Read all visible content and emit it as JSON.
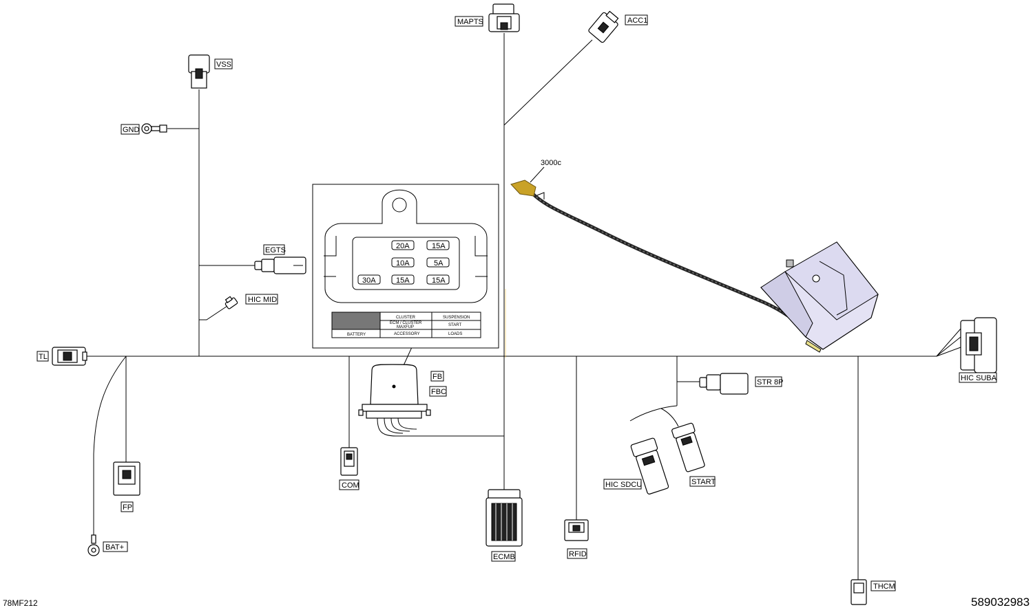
{
  "connectors": {
    "mapts": "MAPTS",
    "acc1": "ACC1",
    "vss": "VSS",
    "gnd": "GND",
    "egts": "EGTS",
    "hic_mid": "HIC MID",
    "tl": "TL",
    "fb": "FB",
    "fbc": "FBC",
    "com": "COM",
    "ecmb": "ECMB",
    "rfid": "RFID",
    "str_8p": "STR 8P",
    "hic_sdcu": "HIC SDCU",
    "start": "START",
    "hic_suba": "HIC SUBA",
    "thcm": "THCM",
    "fp": "FP",
    "bat_plus": "BAT+"
  },
  "callouts": {
    "part_3000c": "3000c"
  },
  "fuse_box": {
    "fuses": [
      "20A",
      "15A",
      "10A",
      "5A",
      "30A",
      "15A",
      "15A"
    ],
    "table": {
      "r1c2": "CLUSTER",
      "r1c3": "SUSPENSION",
      "r2c2": "ECM / CLUSTER",
      "r2c2b": "MAXFUP",
      "r2c3": "START",
      "r3c1": "BATTERY",
      "r3c2": "ACCESSORY",
      "r3c3": "LOADS"
    }
  },
  "footer": {
    "drawing_code": "78MF212",
    "part_number": "589032983"
  }
}
